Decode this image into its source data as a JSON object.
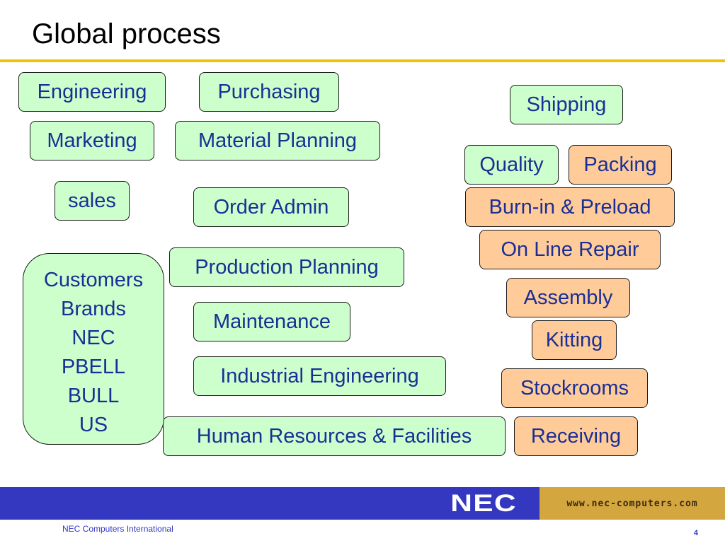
{
  "title": "Global process",
  "boxes": {
    "engineering": "Engineering",
    "purchasing": "Purchasing",
    "shipping": "Shipping",
    "marketing": "Marketing",
    "material_planning": "Material Planning",
    "quality": "Quality",
    "packing": "Packing",
    "sales": "sales",
    "order_admin": "Order Admin",
    "burn_in_preload": "Burn-in & Preload",
    "on_line_repair": "On Line Repair",
    "production_planning": "Production Planning",
    "assembly": "Assembly",
    "maintenance": "Maintenance",
    "kitting": "Kitting",
    "industrial_engineering": "Industrial Engineering",
    "stockrooms": "Stockrooms",
    "hr_facilities": "Human Resources & Facilities",
    "receiving": "Receiving"
  },
  "customers": {
    "lines": [
      "Customers",
      "Brands",
      "NEC",
      "PBELL",
      "BULL",
      "US"
    ]
  },
  "colors": {
    "office_box": "#ccffcc",
    "operations_box": "#ffcc99",
    "text": "#1a2f95",
    "title_rule": "#f2c200",
    "banner_blue": "#3438c0",
    "banner_gold": "#d4a640"
  },
  "banner": {
    "logo": "NEC",
    "url": "www.nec-computers.com"
  },
  "footer": {
    "company": "NEC Computers International",
    "page_number": "4"
  }
}
